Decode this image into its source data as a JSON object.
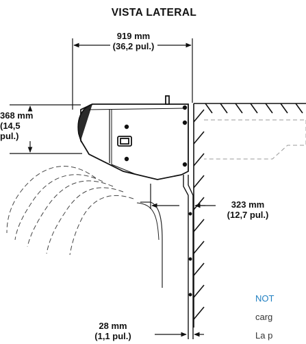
{
  "title": "VISTA LATERAL",
  "dimensions": {
    "width_mm": "919 mm",
    "width_in": "(36,2 pul.)",
    "height_mm": "368 mm",
    "height_in": "(14,5 pul.)",
    "clearance_mm": "323 mm",
    "clearance_in": "(12,7 pul.)",
    "depth_mm": "28 mm",
    "depth_in": "(1,1 pul.)"
  },
  "note": {
    "heading_fragment": "NOT",
    "line1_fragment": "carg",
    "line2_fragment": "La p",
    "heading_color": "#1f7fc1"
  }
}
